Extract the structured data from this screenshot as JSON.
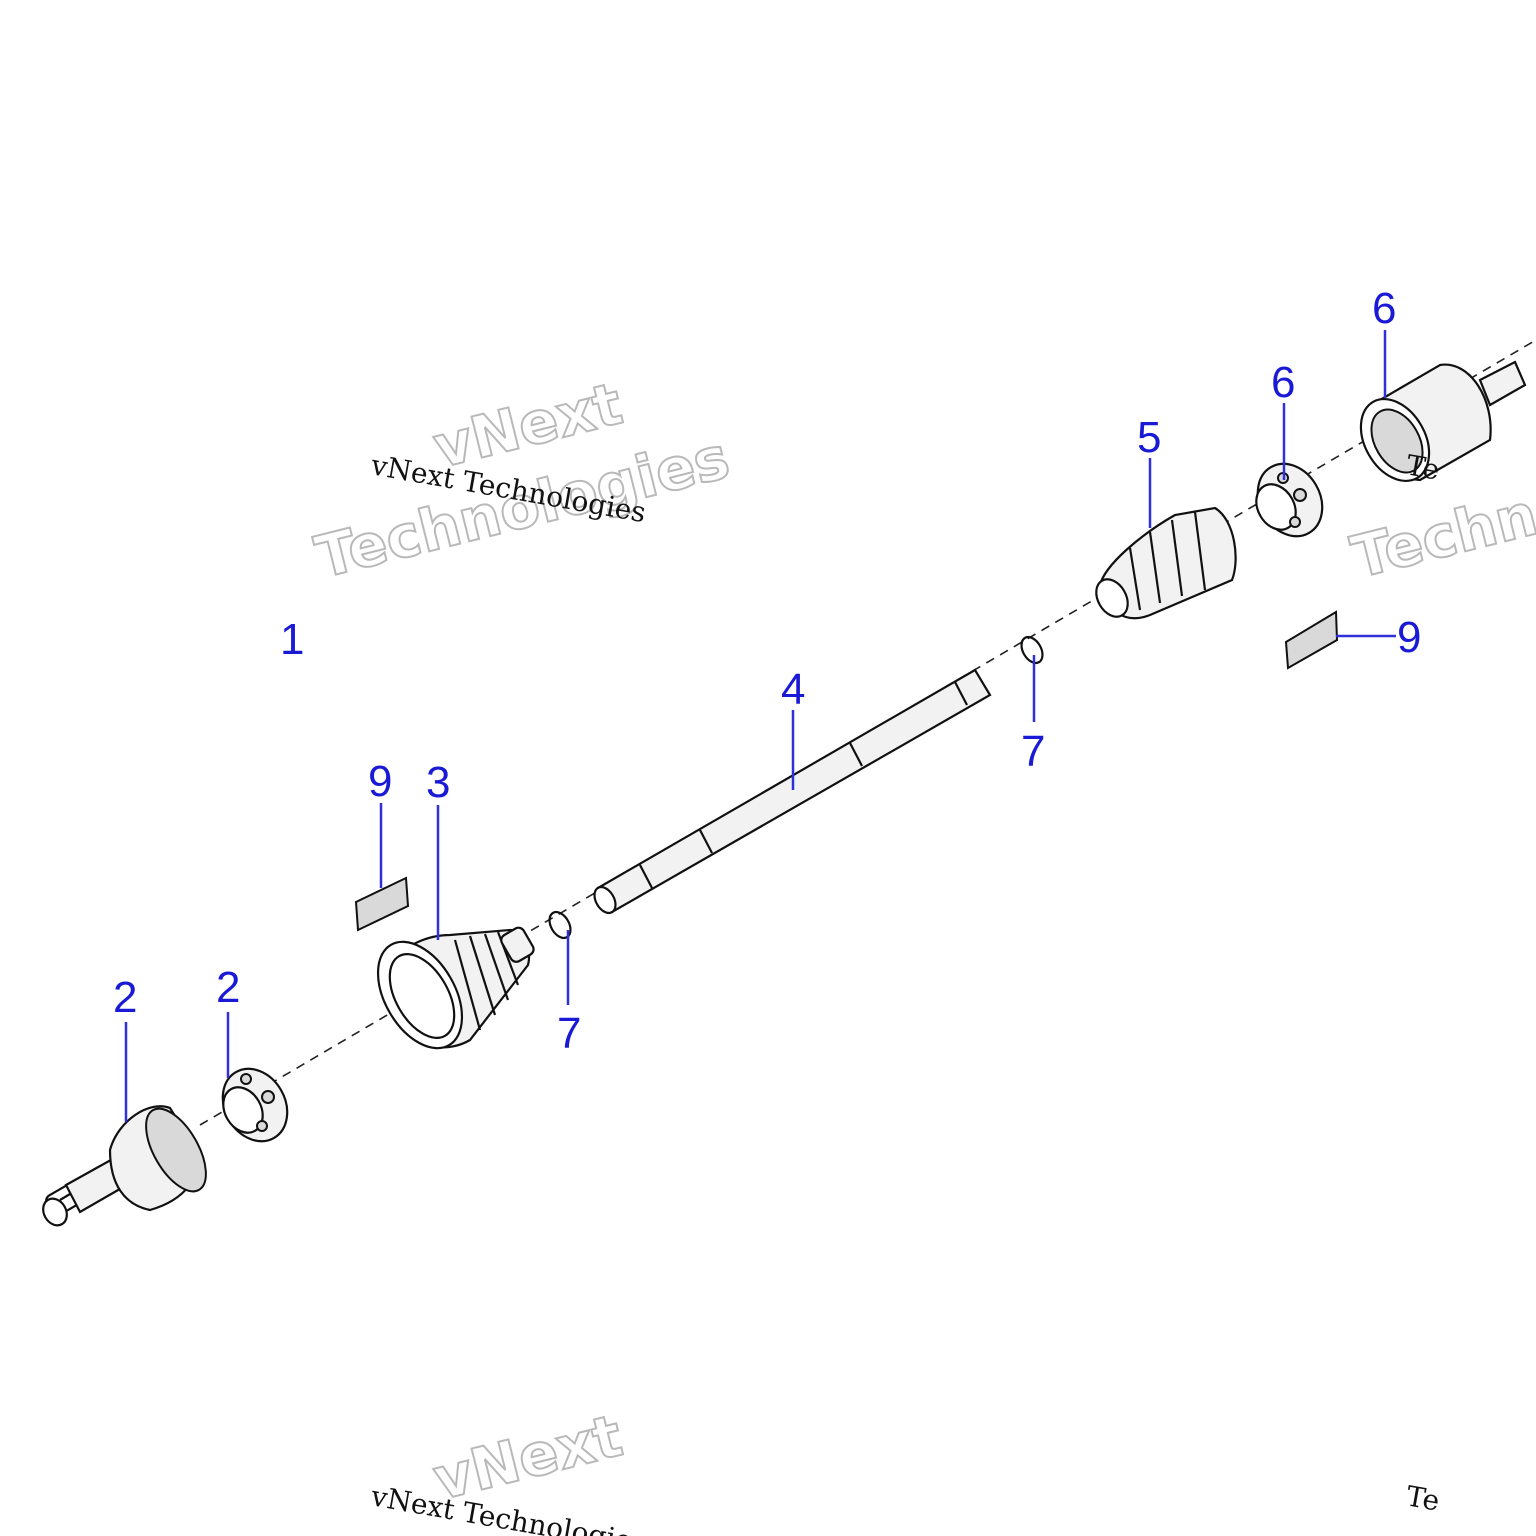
{
  "watermarks": {
    "mono_text": "vNext Technologies",
    "outline_line1": "vNext",
    "outline_line2": "Technologies",
    "outline_line3": "Te"
  },
  "callouts": {
    "c1": "1",
    "c2a": "2",
    "c2b": "2",
    "c3": "3",
    "c4": "4",
    "c5": "5",
    "c6a": "6",
    "c6b": "6",
    "c7a": "7",
    "c7b": "7",
    "c9a": "9",
    "c9b": "9"
  },
  "colors": {
    "callout": "#1a1ad6",
    "line": "#111111",
    "watermark_outline": "#b9b9b9"
  }
}
